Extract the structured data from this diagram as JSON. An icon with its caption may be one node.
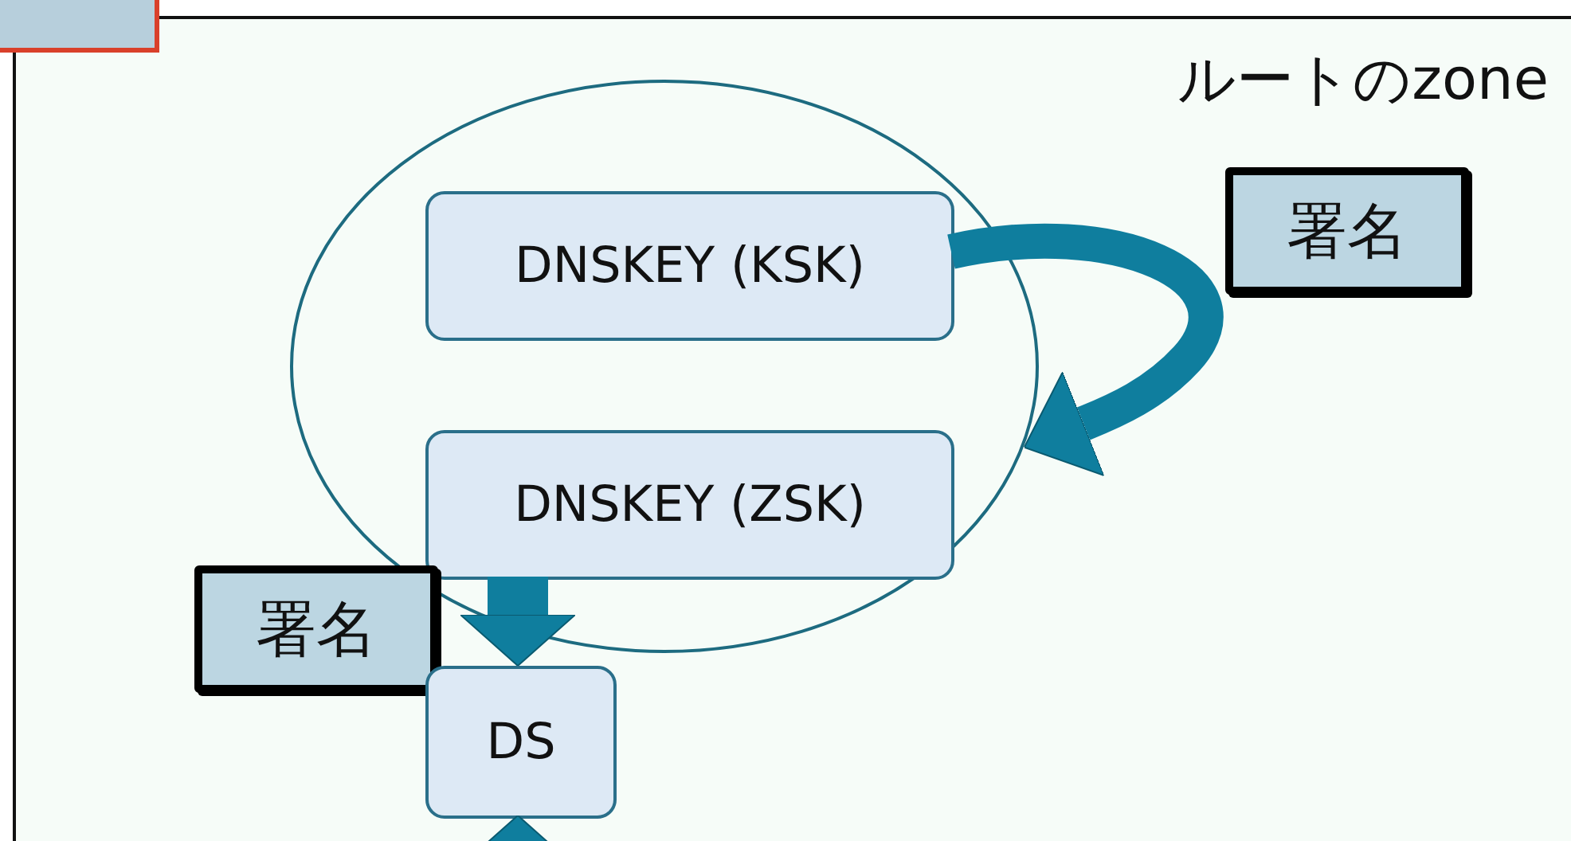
{
  "diagram": {
    "nodes": [
      {
        "text": [],
        "shape": "box"
      },
      {
        "text": [
          "ルートのzone"
        ]
      },
      {
        "text": [],
        "shape": "circle",
        "in": 1
      },
      {
        "text": [
          "DNSKEY (KSK)"
        ],
        "in": 2
      },
      {
        "text": [
          "DNSKEY (ZSK)"
        ],
        "in": 2
      },
      {
        "text": [
          "署名"
        ],
        "in": 1
      },
      {
        "text": [
          "署名"
        ],
        "in": 1
      },
      {
        "text": [
          "DS"
        ],
        "in": 1
      }
    ],
    "edges": [
      {
        "from": 3,
        "to": 4,
        "arrow": "to"
      },
      {
        "from": 4,
        "to": 7,
        "arrow": "to"
      },
      {
        "from": null,
        "to": 7,
        "arrow": "to"
      }
    ]
  }
}
